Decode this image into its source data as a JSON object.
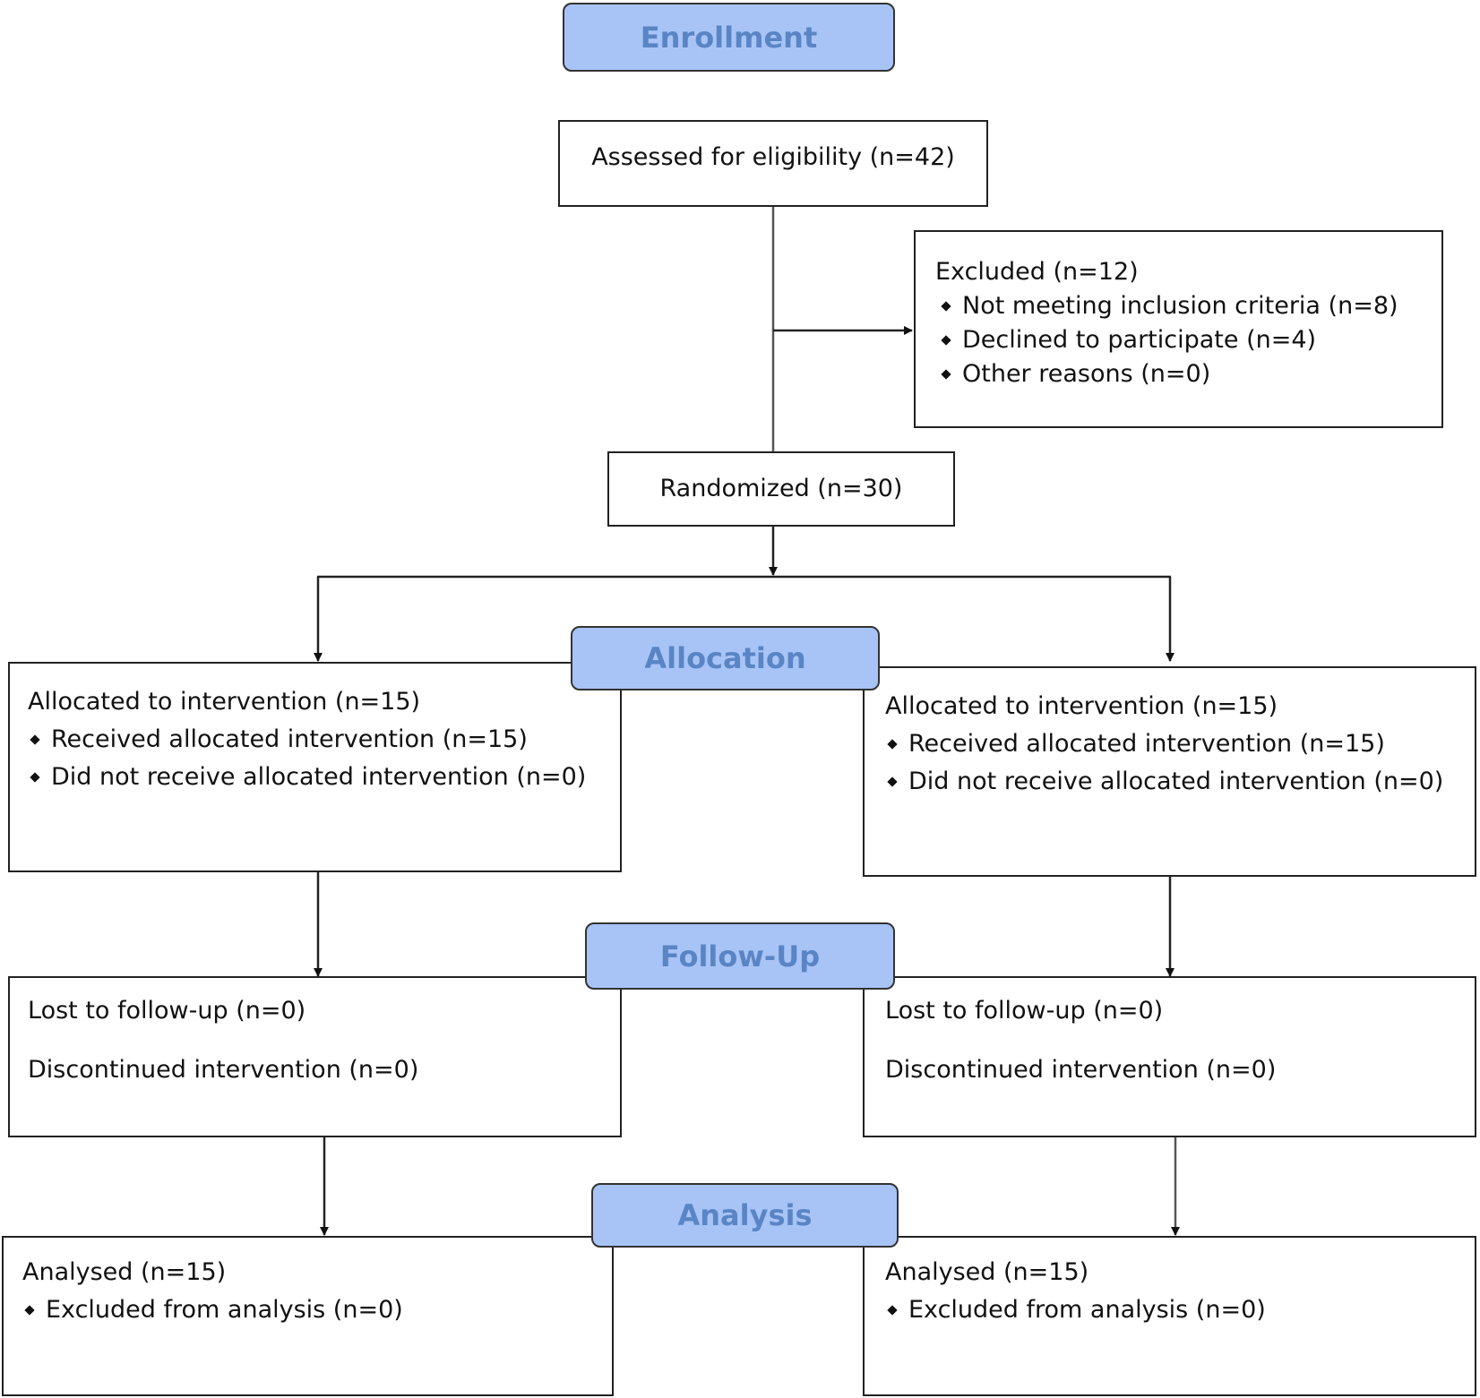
{
  "phases": {
    "enrollment": "Enrollment",
    "allocation": "Allocation",
    "follow_up": "Follow-Up",
    "analysis": "Analysis"
  },
  "assessed": "Assessed for eligibility (n=42)",
  "excluded": {
    "title": "Excluded (n=12)",
    "items": [
      "Not meeting inclusion criteria (n=8)",
      "Declined to participate (n=4)",
      "Other reasons (n=0)"
    ]
  },
  "randomized": "Randomized (n=30)",
  "arms": [
    {
      "allocation": {
        "title": "Allocated to intervention (n=15)",
        "items": [
          "Received allocated intervention (n=15)",
          "Did not receive allocated intervention (n=0)"
        ]
      },
      "follow_up": {
        "lost": "Lost to follow-up (n=0)",
        "discontinued": "Discontinued intervention (n=0)"
      },
      "analysis": {
        "title": "Analysed (n=15)",
        "items": [
          "Excluded from analysis (n=0)"
        ]
      }
    },
    {
      "allocation": {
        "title": "Allocated to intervention (n=15)",
        "items": [
          "Received allocated intervention (n=15)",
          "Did not receive allocated intervention (n=0)"
        ]
      },
      "follow_up": {
        "lost": "Lost to follow-up (n=0)",
        "discontinued": "Discontinued intervention (n=0)"
      },
      "analysis": {
        "title": "Analysed (n=15)",
        "items": [
          "Excluded from analysis (n=0)"
        ]
      }
    }
  ],
  "colors": {
    "phase_fill": "#a8c4f7",
    "phase_text": "#5a85c4",
    "line": "#222222"
  }
}
